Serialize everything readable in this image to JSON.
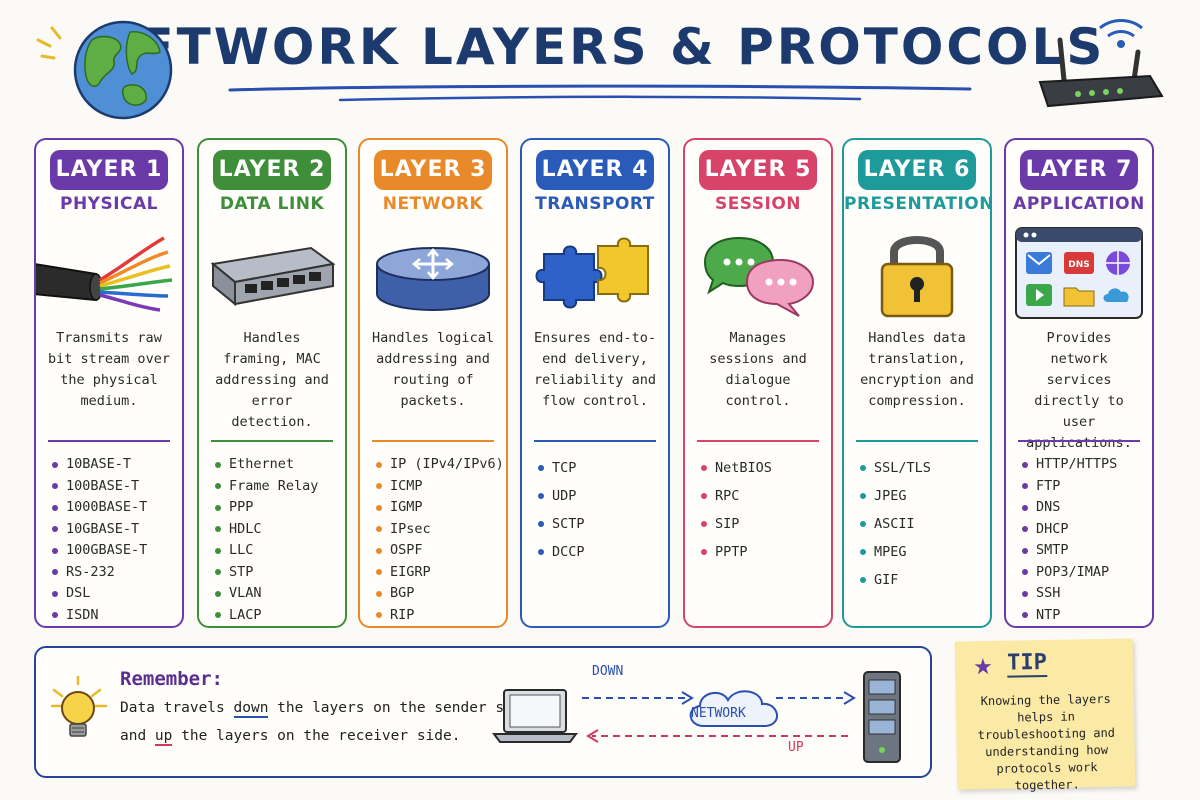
{
  "title": "NETWORK LAYERS & PROTOCOLS",
  "layers": [
    {
      "badge": "LAYER 1",
      "name": "PHYSICAL",
      "color": "#6a3aa8",
      "description": "Transmits raw bit stream over the physical medium.",
      "protocols": [
        "10BASE-T",
        "100BASE-T",
        "1000BASE-T",
        "10GBASE-T",
        "100GBASE-T",
        "RS-232",
        "DSL",
        "ISDN"
      ]
    },
    {
      "badge": "LAYER 2",
      "name": "DATA LINK",
      "color": "#3f8f3a",
      "description": "Handles framing, MAC addressing and error detection.",
      "protocols": [
        "Ethernet",
        "Frame Relay",
        "PPP",
        "HDLC",
        "LLC",
        "STP",
        "VLAN",
        "LACP"
      ]
    },
    {
      "badge": "LAYER 3",
      "name": "NETWORK",
      "color": "#e8892a",
      "description": "Handles logical addressing and routing of packets.",
      "protocols": [
        "IP (IPv4/IPv6)",
        "ICMP",
        "IGMP",
        "IPsec",
        "OSPF",
        "EIGRP",
        "BGP",
        "RIP"
      ]
    },
    {
      "badge": "LAYER 4",
      "name": "TRANSPORT",
      "color": "#2a5bb8",
      "description": "Ensures end-to-end delivery, reliability and flow control.",
      "protocols": [
        "TCP",
        "UDP",
        "SCTP",
        "DCCP"
      ]
    },
    {
      "badge": "LAYER 5",
      "name": "SESSION",
      "color": "#d8436a",
      "description": "Manages sessions and dialogue control.",
      "protocols": [
        "NetBIOS",
        "RPC",
        "SIP",
        "PPTP"
      ]
    },
    {
      "badge": "LAYER 6",
      "name": "PRESENTATION",
      "color": "#1f9a9a",
      "description": "Handles data translation, encryption and compression.",
      "protocols": [
        "SSL/TLS",
        "JPEG",
        "ASCII",
        "MPEG",
        "GIF"
      ]
    },
    {
      "badge": "LAYER 7",
      "name": "APPLICATION",
      "color": "#6a3aa8",
      "description": "Provides network services directly to user applications.",
      "protocols": [
        "HTTP/HTTPS",
        "FTP",
        "DNS",
        "DHCP",
        "SMTP",
        "POP3/IMAP",
        "SSH",
        "NTP"
      ]
    }
  ],
  "remember": {
    "title": "Remember:",
    "line1_a": "Data travels ",
    "line1_down": "down",
    "line1_b": " the layers on the sender side",
    "line2_a": "and ",
    "line2_up": "up",
    "line2_b": " the layers on the receiver side.",
    "down_label": "DOWN",
    "up_label": "UP",
    "network_label": "NETWORK"
  },
  "tip": {
    "title": "TIP",
    "text": "Knowing the layers helps in troubleshooting and understanding how protocols work together."
  },
  "icons": {
    "app_dns_label": "DNS"
  }
}
